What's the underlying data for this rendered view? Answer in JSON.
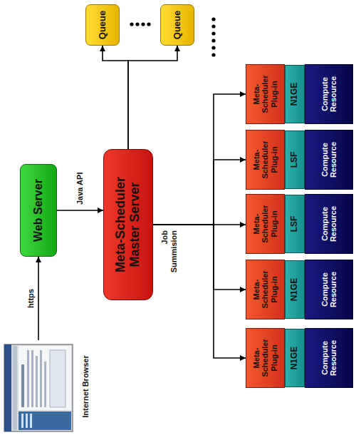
{
  "diagram": {
    "nodes": [
      {
        "text": [
          "Internet Browser"
        ]
      },
      {
        "text": [
          "Web Server"
        ]
      },
      {
        "text": [
          "Meta-Scheduler Master Server"
        ]
      },
      {
        "text": [
          "Queue"
        ]
      },
      {
        "text": [
          "Queue"
        ]
      },
      {
        "text": [
          "Meta-Scheduler Plug-in"
        ]
      },
      {
        "text": [
          "N1GE"
        ]
      },
      {
        "text": [
          "Compute Resource"
        ]
      },
      {
        "text": [
          "Meta-Scheduler Plug-in"
        ]
      },
      {
        "text": [
          "N1GE"
        ]
      },
      {
        "text": [
          "Compute Resource"
        ]
      },
      {
        "text": [
          "Meta-Scheduler Plug-in"
        ]
      },
      {
        "text": [
          "LSF"
        ]
      },
      {
        "text": [
          "Compute Resource"
        ]
      },
      {
        "text": [
          "Meta-Scheduler Plug-in"
        ]
      },
      {
        "text": [
          "LSF"
        ]
      },
      {
        "text": [
          "Compute Resource"
        ]
      },
      {
        "text": [
          "Meta-Scheduler Plug-in"
        ]
      },
      {
        "text": [
          "N1GE"
        ]
      },
      {
        "text": [
          "Compute Resource"
        ]
      }
    ],
    "edges": [
      {
        "from": 0,
        "to": 1,
        "label": "https",
        "arrow": "to"
      },
      {
        "from": 1,
        "to": 2,
        "label": "Java API",
        "arrow": "to"
      },
      {
        "from": 2,
        "to": 3,
        "arrow": "to"
      },
      {
        "from": 2,
        "to": 4,
        "arrow": "to"
      },
      {
        "from": 2,
        "to": 5,
        "arrow": "to"
      },
      {
        "from": 2,
        "to": 8,
        "arrow": "to"
      },
      {
        "from": 2,
        "to": 11,
        "arrow": "to"
      },
      {
        "from": 2,
        "to": 14,
        "arrow": "to"
      },
      {
        "from": 2,
        "to": 17,
        "arrow": "to"
      }
    ],
    "labels": [
      "Job Summision"
    ]
  }
}
